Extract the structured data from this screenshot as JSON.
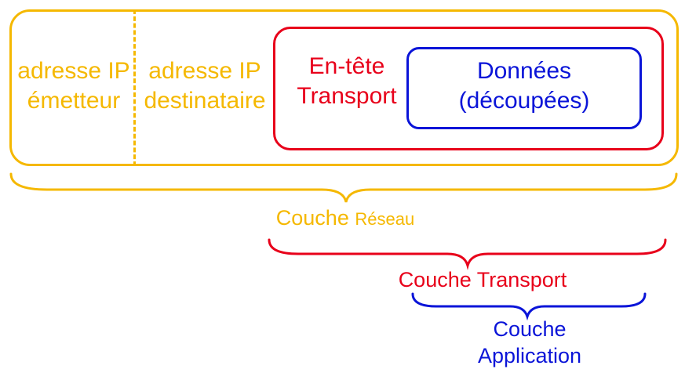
{
  "packet": {
    "source_ip": [
      "adresse IP",
      "émetteur"
    ],
    "destination_ip": [
      "adresse IP",
      "destinataire"
    ],
    "transport_header": [
      "En-tête",
      "Transport"
    ],
    "data": [
      "Données",
      "(découpées)"
    ]
  },
  "layers": {
    "network": {
      "word": "Couche",
      "name": "Réseau"
    },
    "transport": "Couche Transport",
    "application": [
      "Couche",
      "Application"
    ]
  },
  "colors": {
    "network": "#f5b800",
    "transport": "#e8001a",
    "application": "#0a14d8"
  }
}
